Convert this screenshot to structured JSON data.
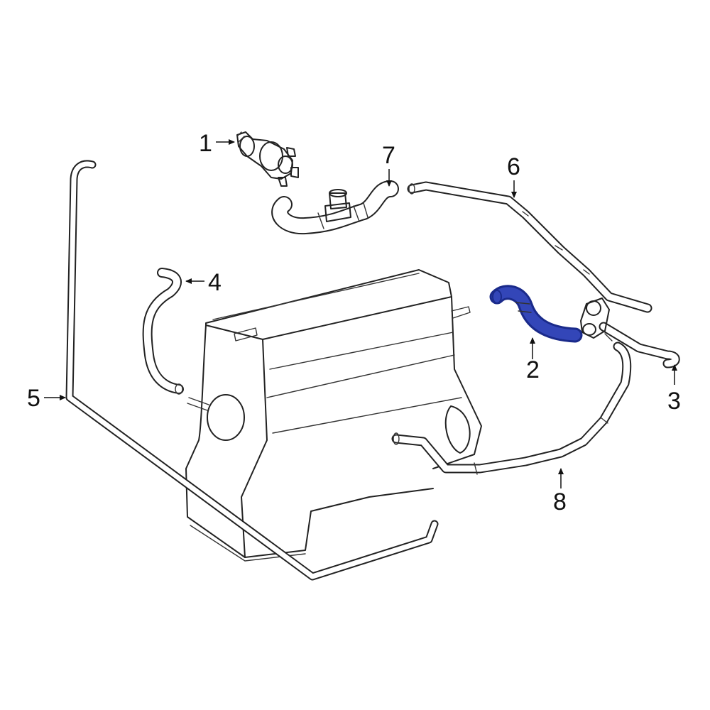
{
  "diagram": {
    "callouts": [
      {
        "id": "1",
        "text": "1"
      },
      {
        "id": "2",
        "text": "2"
      },
      {
        "id": "3",
        "text": "3"
      },
      {
        "id": "4",
        "text": "4"
      },
      {
        "id": "5",
        "text": "5"
      },
      {
        "id": "6",
        "text": "6"
      },
      {
        "id": "7",
        "text": "7"
      },
      {
        "id": "8",
        "text": "8"
      }
    ],
    "highlighted_part": "2",
    "colors": {
      "highlight_fill": "#3346b8",
      "highlight_stroke": "#1a2a8a",
      "line": "#222222",
      "background": "#ffffff"
    }
  }
}
